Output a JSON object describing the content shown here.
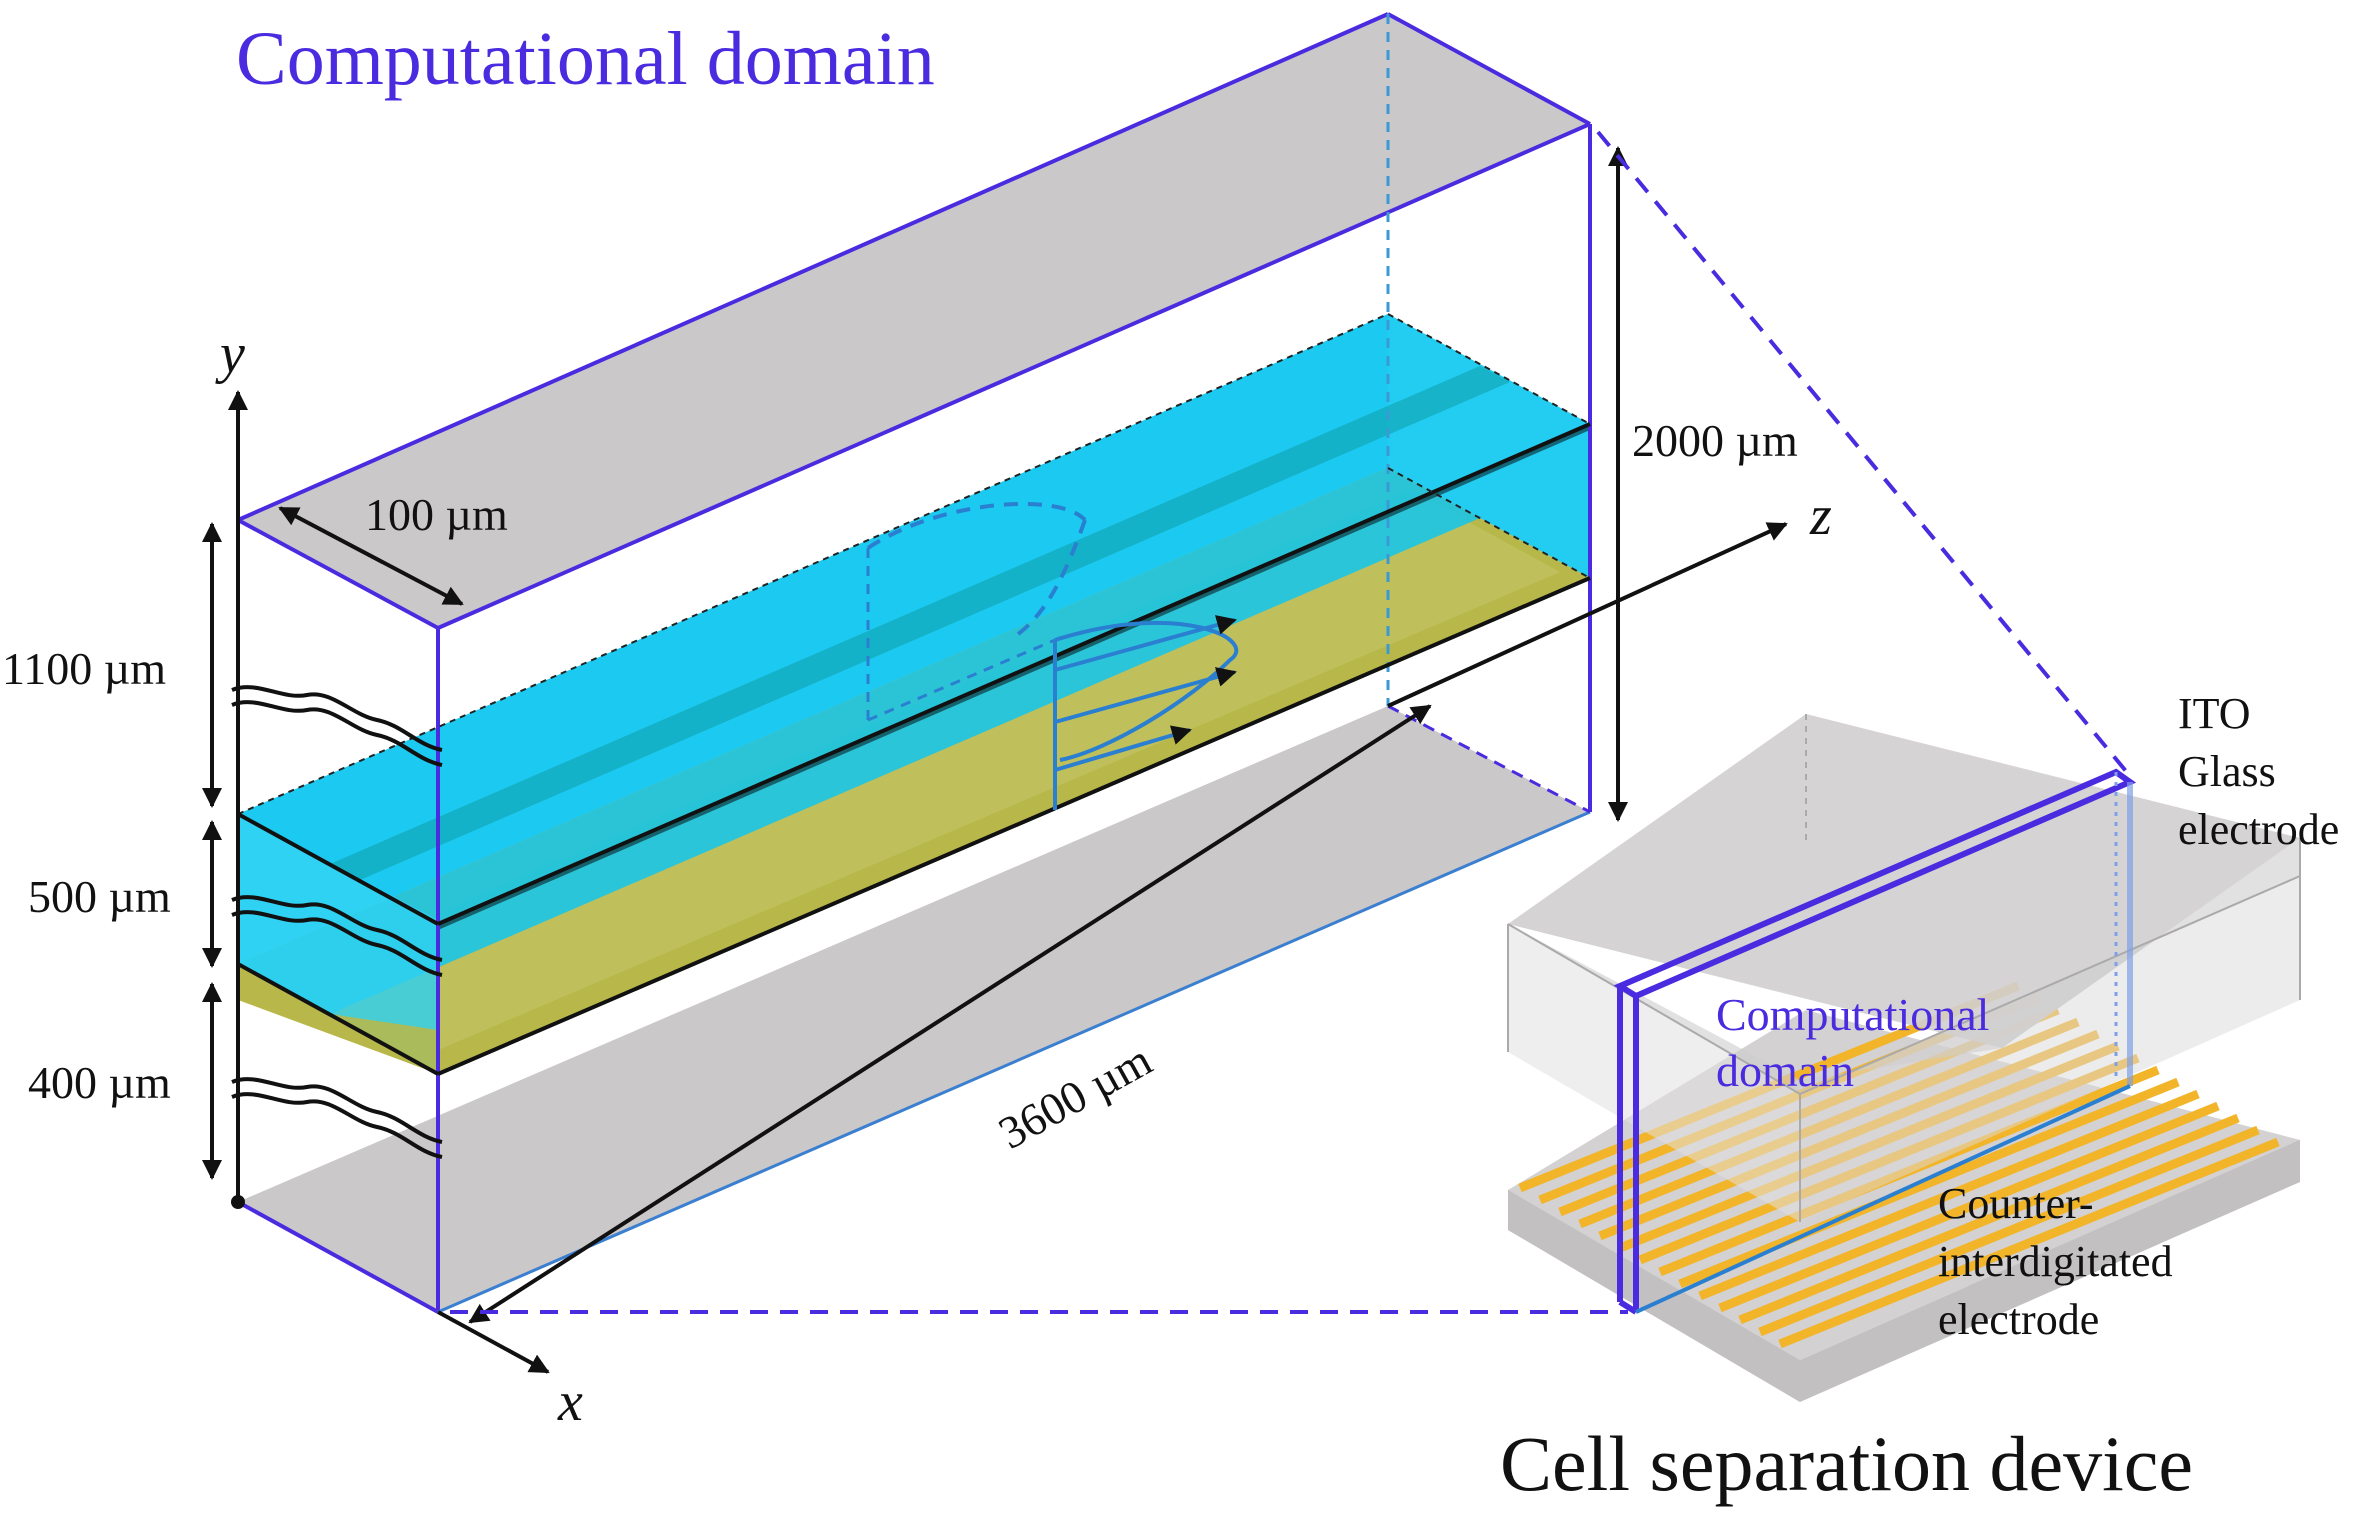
{
  "title": "Computational domain",
  "device_title": "Cell separation device",
  "axes": {
    "x": "x",
    "y": "y",
    "z": "z"
  },
  "dimensions": {
    "width": "100 µm",
    "height_total": "2000 µm",
    "layer_top": "1100 µm",
    "layer_mid": "500 µm",
    "layer_bottom": "400 µm",
    "length": "3600 µm"
  },
  "inset": {
    "domain_line1": "Computational",
    "domain_line2": "domain",
    "ito_line1": "ITO",
    "ito_line2": "Glass",
    "ito_line3": "electrode",
    "counter_line1": "Counter-",
    "counter_line2": "interdigitated",
    "counter_line3": "electrode"
  },
  "colors": {
    "frame": "#4a2be0",
    "glass": "#cbc8c9",
    "fluid": "#10c6ef",
    "electrode_strip": "#b8b84a",
    "electrode_gold": "#f2b52a",
    "annotation": "#111111"
  }
}
